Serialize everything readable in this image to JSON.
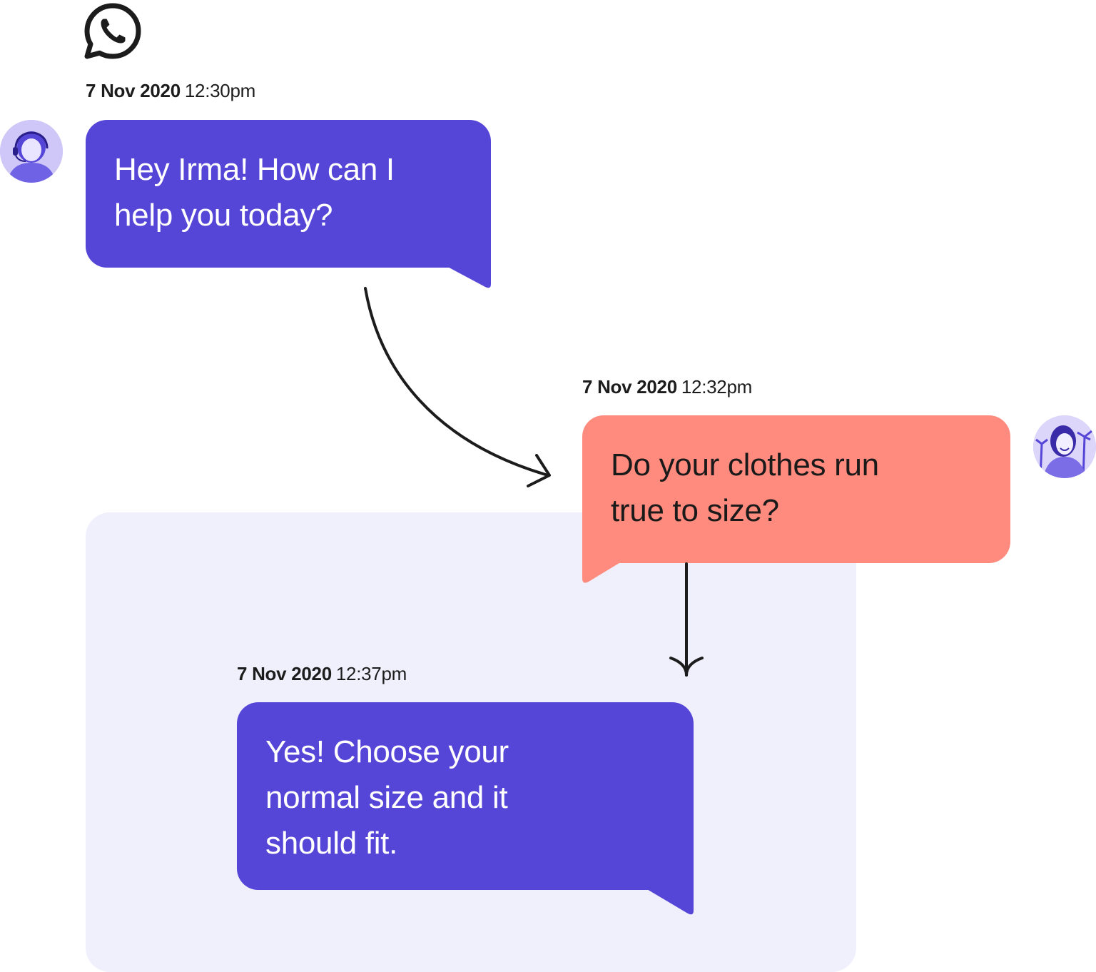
{
  "colors": {
    "agent_bubble": "#5646d8",
    "customer_bubble": "#ff8a7e",
    "panel": "#f0effc",
    "arrow": "#1c1c1c"
  },
  "header": {
    "icon": "whatsapp-icon"
  },
  "messages": [
    {
      "sender": "agent",
      "date": "7 Nov 2020",
      "time": "12:30pm",
      "lines": [
        "Hey Irma! How can I",
        "help you today?"
      ]
    },
    {
      "sender": "customer",
      "date": "7 Nov 2020",
      "time": "12:32pm",
      "lines": [
        "Do your clothes run",
        "true to size?"
      ]
    },
    {
      "sender": "agent",
      "date": "7 Nov 2020",
      "time": "12:37pm",
      "lines": [
        "Yes! Choose your",
        "normal size and it",
        "should fit."
      ]
    }
  ]
}
